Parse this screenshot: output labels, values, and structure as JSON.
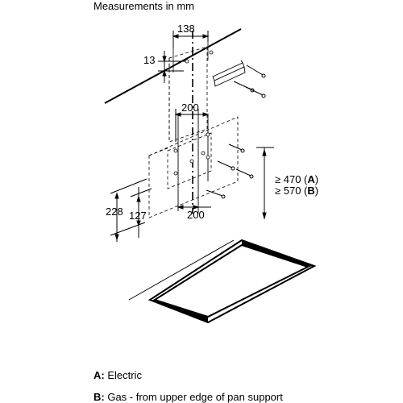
{
  "header": {
    "title": "Measurements in mm"
  },
  "dimensions": {
    "top_width": "138",
    "top_offset": "13",
    "center_width": "200",
    "bottom_width": "200",
    "left_height": "228",
    "left_inner_height": "127",
    "dist_a_prefix": "≥ 470 (",
    "dist_a_letter": "A",
    "dist_a_suffix": ")",
    "dist_b_prefix": "≥ 570 (",
    "dist_b_letter": "B",
    "dist_b_suffix": ")"
  },
  "legend": {
    "a_key": "A:",
    "a_text": " Electric",
    "b_key": "B:",
    "b_text": " Gas - from upper edge of pan support"
  }
}
